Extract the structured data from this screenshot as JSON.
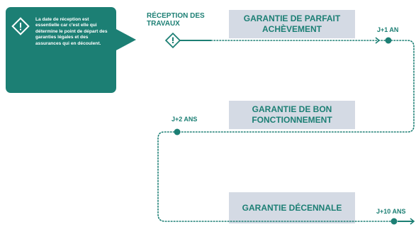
{
  "callout": {
    "icon": "info-diamond-icon",
    "text": "La date de réception est essentielle car c'est elle qui détermine le point de départ des garanties légales et des assurances qui en découlent."
  },
  "timeline": {
    "start_label": "RÉCEPTION DES TRAVAUX",
    "start_icon": "info-diamond-icon",
    "guarantees": [
      {
        "title": "GARANTIE DE PARFAIT ACHÈVEMENT",
        "duration": "J+1 AN"
      },
      {
        "title": "GARANTIE DE BON FONCTIONNEMENT",
        "duration": "J+2 ANS"
      },
      {
        "title": "GARANTIE DÉCENNALE",
        "duration": "J+10 ANS"
      }
    ]
  },
  "colors": {
    "accent": "#1c7f74",
    "box_background": "#d4dae4",
    "text_on_accent": "#ffffff"
  }
}
